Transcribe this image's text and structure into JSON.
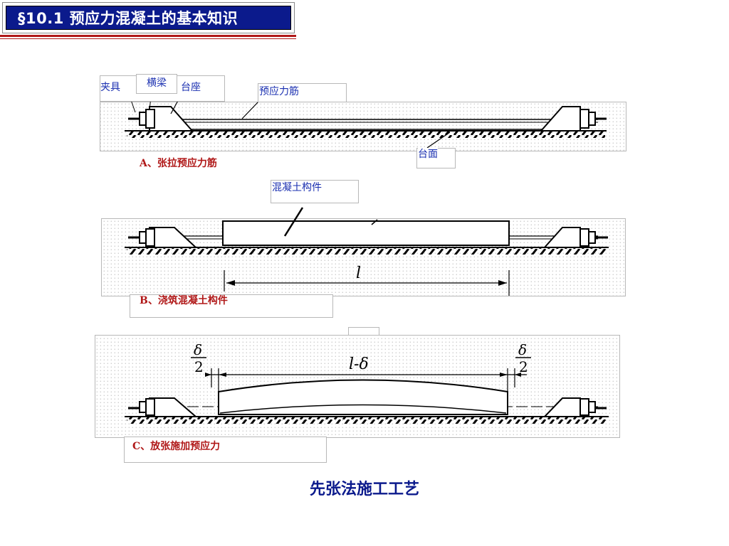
{
  "header": {
    "title": "§10.1  预应力混凝土的基本知识"
  },
  "figure_a": {
    "labels": {
      "clamp": "夹具",
      "crossbeam": "横梁",
      "pedestal": "台座",
      "tendon": "预应力筋",
      "bed": "台面"
    },
    "caption": "A、张拉预应力筋"
  },
  "figure_b": {
    "labels": {
      "member": "混凝土构件",
      "length": "l"
    },
    "caption": "B、浇筑混凝土构件"
  },
  "figure_c": {
    "labels": {
      "delta_num_left": "δ",
      "delta_den_left": "2",
      "length": "l-δ",
      "delta_num_right": "δ",
      "delta_den_right": "2"
    },
    "caption": "C、放张施加预应力"
  },
  "footer": {
    "title": "先张法施工工艺"
  }
}
